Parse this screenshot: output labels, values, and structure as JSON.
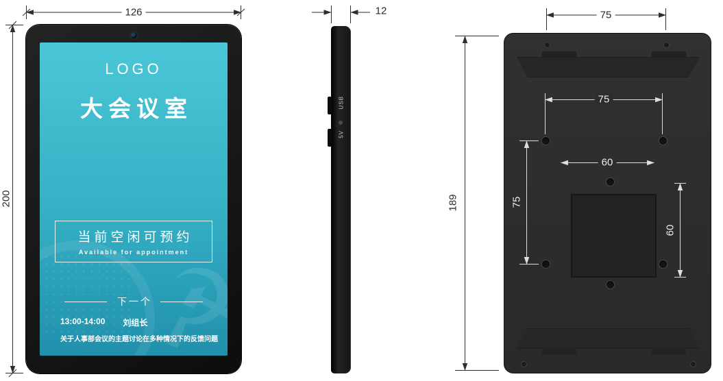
{
  "front_view": {
    "dim_width": "126",
    "dim_height": "200",
    "screen": {
      "logo": "LOGO",
      "room_name": "大会议室",
      "status_cn": "当前空闲可预约",
      "status_en": "Available for appointment",
      "next_label": "下一个",
      "next_time": "13:00-14:00",
      "next_host": "刘组长",
      "next_topic": "关于人事部会议的主题讨论在多种情况下的反馈问题"
    }
  },
  "side_view": {
    "dim_depth": "12",
    "port_usb": "USB",
    "port_5v": "5V"
  },
  "back_view": {
    "dim_top_holes": "75",
    "dim_height": "189",
    "dim_mount_h": "75",
    "dim_mount_v": "75",
    "dim_vesa_h": "60",
    "dim_vesa_v": "60"
  },
  "colors": {
    "screen_gradient_top": "#4ac7d7",
    "screen_gradient_bottom": "#2090ac",
    "device_black": "#181818",
    "back_body_gray": "#2e2e2e"
  }
}
